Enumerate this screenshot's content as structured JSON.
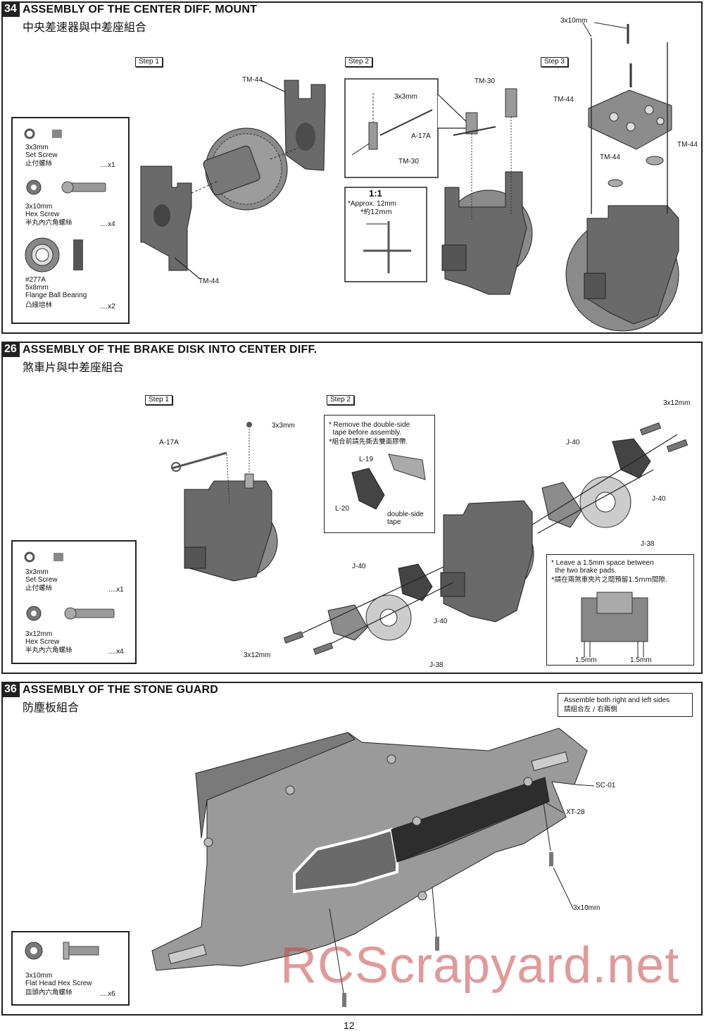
{
  "page_number": "12",
  "watermark": "RCScrapyard.net",
  "sec34": {
    "number": "34",
    "title": "ASSEMBLY OF THE CENTER DIFF. MOUNT",
    "title_zh": "中央差速器與中差座組合",
    "steps": [
      "Step 1",
      "Step 2",
      "Step 3"
    ],
    "parts": [
      {
        "size": "3x3mm",
        "name": "Set Screw",
        "zh": "止付螺絲",
        "qty": "x1"
      },
      {
        "size": "3x10mm",
        "name": "Hex Screw",
        "zh": "半丸內六角螺絲",
        "qty": "x4"
      },
      {
        "code": "#277A",
        "size": "5x8mm",
        "name": "Flange Ball Bearing",
        "zh": "凸緣培林",
        "qty": "x2"
      }
    ],
    "labels": {
      "tm44_a": "TM-44",
      "tm44_b": "TM-44",
      "tm30_a": "TM-30",
      "tm30_b": "TM-30",
      "a17a": "A-17A",
      "s3x3": "3x3mm",
      "s3x10": "3x10mm",
      "tm44_c": "TM-44",
      "tm44_d": "TM-44",
      "tm44_e": "TM-44"
    },
    "scale_box": {
      "ratio": "1:1",
      "approx": "*Approx. 12mm",
      "approx_zh": "*約12mm"
    }
  },
  "sec26": {
    "number": "26",
    "title": "ASSEMBLY OF THE BRAKE DISK INTO CENTER DIFF.",
    "title_zh": "煞車片與中差座組合",
    "steps": [
      "Step 1",
      "Step 2"
    ],
    "parts": [
      {
        "size": "3x3mm",
        "name": "Set Screw",
        "zh": "止付螺絲",
        "qty": "x1"
      },
      {
        "size": "3x12mm",
        "name": "Hex Screw",
        "zh": "半丸內六角螺絲",
        "qty": "x4"
      }
    ],
    "labels": {
      "s3x3": "3x3mm",
      "a17a": "A-17A",
      "s3x12_a": "3x12mm",
      "s3x12_b": "3x12mm",
      "j40_a": "J-40",
      "j40_b": "J-40",
      "j40_c": "J-40",
      "j40_d": "J-40",
      "j38_a": "J-38",
      "j38_b": "J-38",
      "l19": "L-19",
      "l20": "L-20",
      "tape": "double-side\ntape"
    },
    "note1": {
      "en": "* Remove the double-side\n  tape before assembly.",
      "zh": "*組合前請先撕去雙面膠帶."
    },
    "note2": {
      "en": "* Leave a 1.5mm space between\n  the two brake pads.",
      "zh": "*請在兩煞車夾片之間預留1.5mm間隙.",
      "gap_l": "1.5mm",
      "gap_r": "1.5mm"
    }
  },
  "sec36": {
    "number": "36",
    "title": "ASSEMBLY OF THE STONE GUARD",
    "title_zh": "防塵板組合",
    "note": {
      "en": "Assemble both right and left sides",
      "zh": "請組合左 / 右兩側"
    },
    "parts": [
      {
        "size": "3x10mm",
        "name": "Flat Head Hex Screw",
        "zh": "皿頭內六角螺絲",
        "qty": "x6"
      }
    ],
    "labels": {
      "sc01": "SC-01",
      "xt28": "XT-28",
      "s3x10": "3x10mm"
    }
  }
}
